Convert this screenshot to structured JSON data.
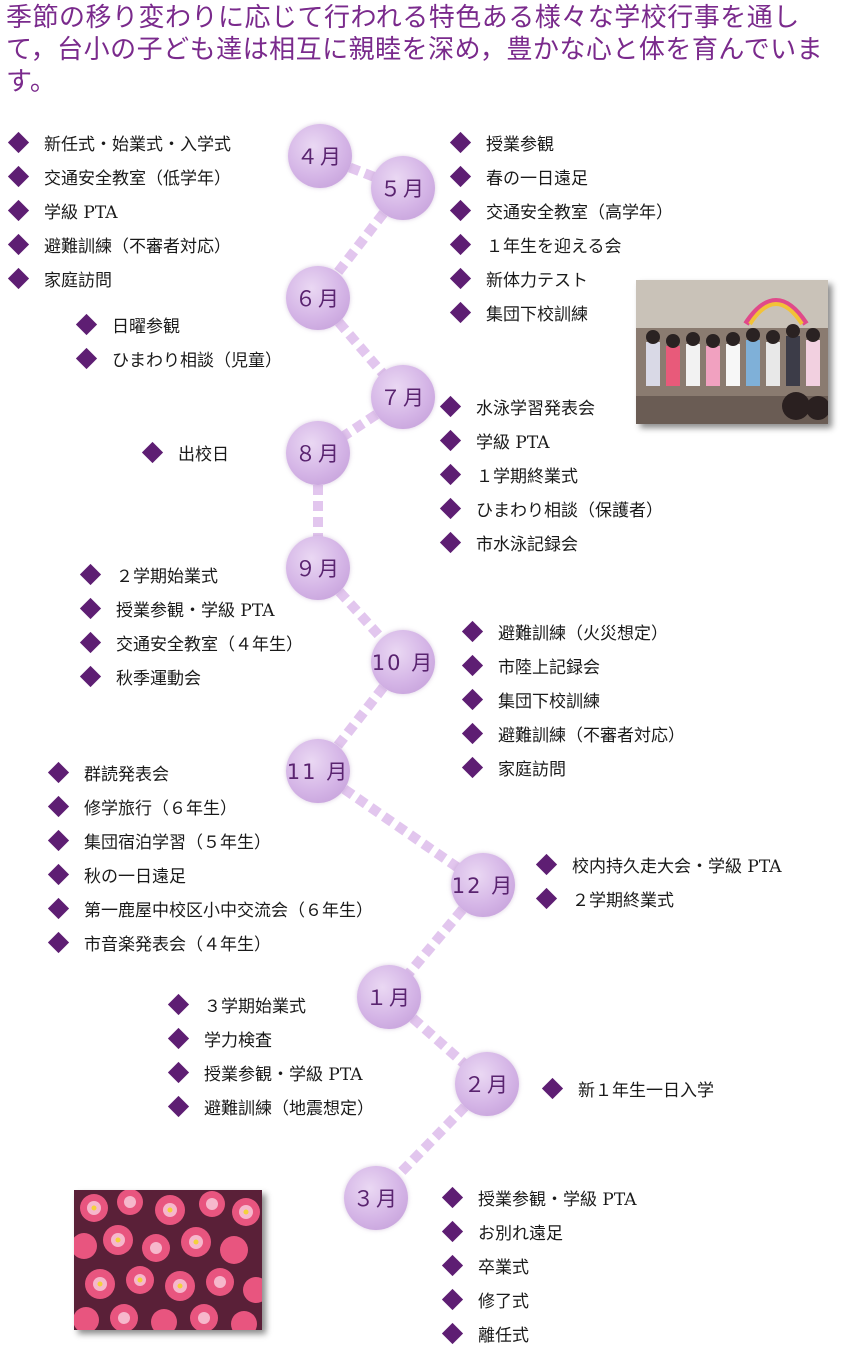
{
  "intro": "季節の移り変わりに応じて行われる特色ある様々な学校行事を通して，台小の子ども達は相互に親睦を深め，豊かな心と体を育んでいます。",
  "colors": {
    "intro_text": "#7a2a8c",
    "month_bubble": "#d4b4e6",
    "month_text": "#5a2470",
    "connector": "#e2c6ee",
    "diamond": "#5e1e73"
  },
  "months": [
    {
      "label": "４月",
      "events": [
        "新任式・始業式・入学式",
        "交通安全教室（低学年）",
        "学級 PTA",
        "避難訓練（不審者対応）",
        "家庭訪問"
      ]
    },
    {
      "label": "５月",
      "events": [
        "授業参観",
        "春の一日遠足",
        "交通安全教室（高学年）",
        "１年生を迎える会",
        "新体力テスト",
        "集団下校訓練"
      ]
    },
    {
      "label": "６月",
      "events": [
        "日曜参観",
        "ひまわり相談（児童）"
      ]
    },
    {
      "label": "７月",
      "events": [
        "水泳学習発表会",
        "学級 PTA",
        "１学期終業式",
        "ひまわり相談（保護者）",
        "市水泳記録会"
      ]
    },
    {
      "label": "８月",
      "events": [
        "出校日"
      ]
    },
    {
      "label": "９月",
      "events": [
        "２学期始業式",
        "授業参観・学級 PTA",
        "交通安全教室（４年生）",
        "秋季運動会"
      ]
    },
    {
      "label": "10 月",
      "events": [
        "避難訓練（火災想定）",
        "市陸上記録会",
        "集団下校訓練",
        "避難訓練（不審者対応）",
        "家庭訪問"
      ]
    },
    {
      "label": "11 月",
      "events": [
        "群読発表会",
        "修学旅行（６年生）",
        "集団宿泊学習（５年生）",
        "秋の一日遠足",
        "第一鹿屋中校区小中交流会（６年生）",
        "市音楽発表会（４年生）"
      ]
    },
    {
      "label": "12 月",
      "events": [
        "校内持久走大会・学級 PTA",
        "２学期終業式"
      ]
    },
    {
      "label": "１月",
      "events": [
        "３学期始業式",
        "学力検査",
        "授業参観・学級 PTA",
        "避難訓練（地震想定）"
      ]
    },
    {
      "label": "２月",
      "events": [
        "新１年生一日入学"
      ]
    },
    {
      "label": "３月",
      "events": [
        "授業参観・学級 PTA",
        "お別れ遠足",
        "卒業式",
        "修了式",
        "離任式"
      ]
    }
  ]
}
